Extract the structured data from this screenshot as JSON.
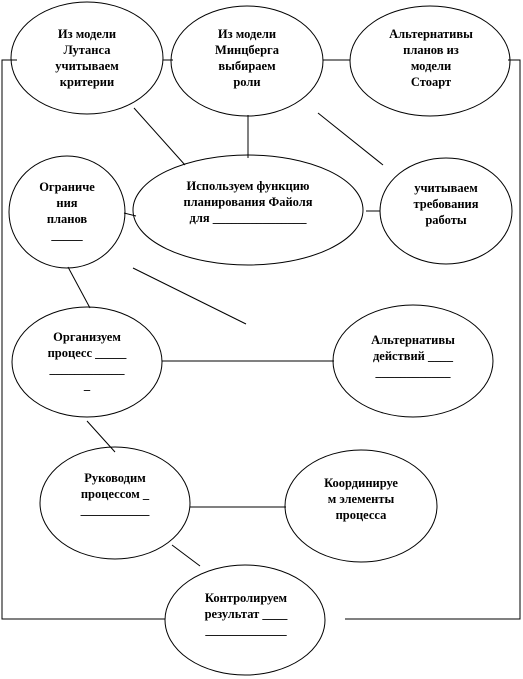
{
  "diagram": {
    "nodes": {
      "lutans": "Из модели\nЛутанса\nучитываем\nкритерии",
      "mintsberg": "Из модели\nМинцберга\nвыбираем\nроли",
      "stoart": "Альтернативы\nпланов из\nмодели\nСтоарт",
      "limits": "Ограниче\nния\nпланов\n_____",
      "fayol": "Используем функцию\nпланирования Файоля\nдля _______________",
      "requirements": "учитываем\nтребования\nработы",
      "organize": "Организуем\nпроцесс _____\n____________\n_",
      "alternatives": "Альтернативы\nдействий ____\n____________",
      "manage": "Руководим\nпроцессом _\n___________",
      "coordinate": "Координируе\nм элементы\nпроцесса",
      "control": "Контролируем\nрезультат ____\n_____________"
    }
  }
}
